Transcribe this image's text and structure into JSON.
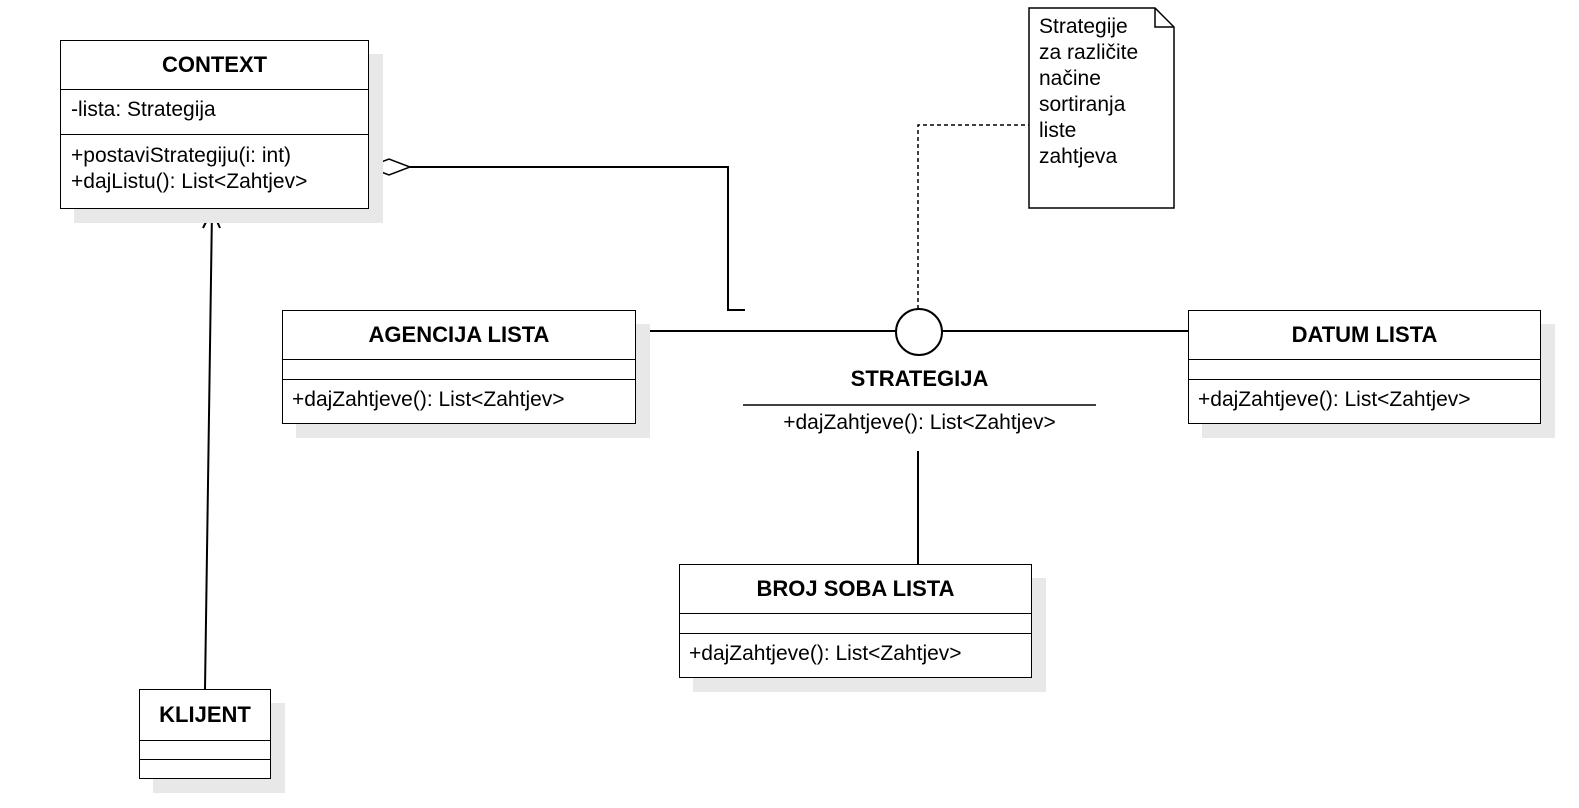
{
  "colors": {
    "stroke": "#000000",
    "shadow": "#e8e8e8",
    "background": "#ffffff"
  },
  "context": {
    "name": "CONTEXT",
    "attributes": [
      "-lista: Strategija"
    ],
    "operations": [
      "+postaviStrategiju(i: int)",
      "+dajListu(): List<Zahtjev>"
    ]
  },
  "klijent": {
    "name": "KLIJENT"
  },
  "agencija": {
    "name": "AGENCIJA LISTA",
    "operations": [
      "+dajZahtjeve(): List<Zahtjev>"
    ]
  },
  "datum": {
    "name": "DATUM LISTA",
    "operations": [
      "+dajZahtjeve(): List<Zahtjev>"
    ]
  },
  "broj_soba": {
    "name": "BROJ SOBA LISTA",
    "operations": [
      "+dajZahtjeve(): List<Zahtjev>"
    ]
  },
  "strategija": {
    "name": "STRATEGIJA",
    "operations": [
      "+dajZahtjeve(): List<Zahtjev>"
    ]
  },
  "note": {
    "text": "Strategije\nza različite\nnačine\nsortiranja\nliste\nzahtjeva"
  }
}
